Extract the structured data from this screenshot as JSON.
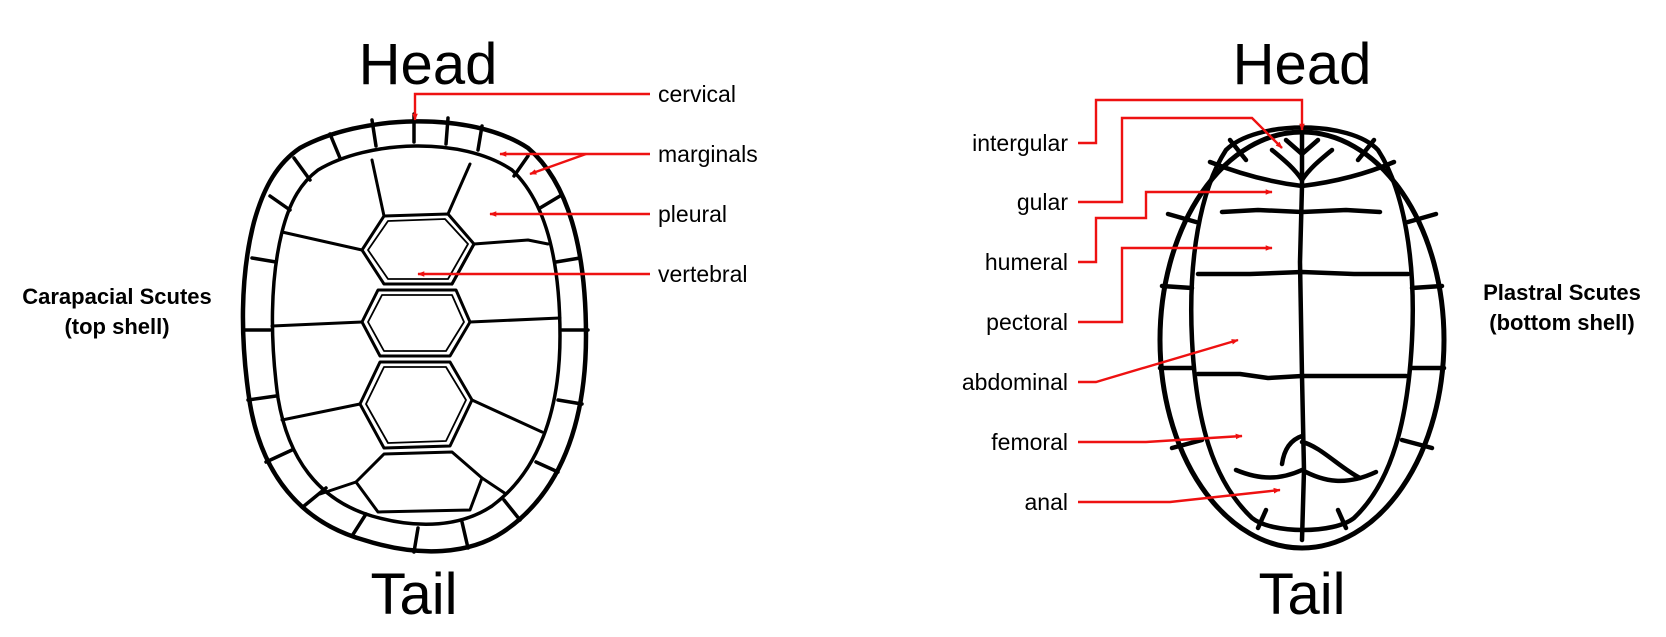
{
  "carapace": {
    "head": "Head",
    "tail": "Tail",
    "caption": [
      "Carapacial Scutes",
      "(top shell)"
    ],
    "labels": [
      "cervical",
      "marginals",
      "pleural",
      "vertebral"
    ]
  },
  "plastron": {
    "head": "Head",
    "tail": "Tail",
    "caption": [
      "Plastral Scutes",
      "(bottom shell)"
    ],
    "labels": [
      "intergular",
      "gular",
      "humeral",
      "pectoral",
      "abdominal",
      "femoral",
      "anal"
    ]
  },
  "colors": {
    "leader": "#ee1111",
    "outline": "#000000",
    "background": "#ffffff"
  }
}
